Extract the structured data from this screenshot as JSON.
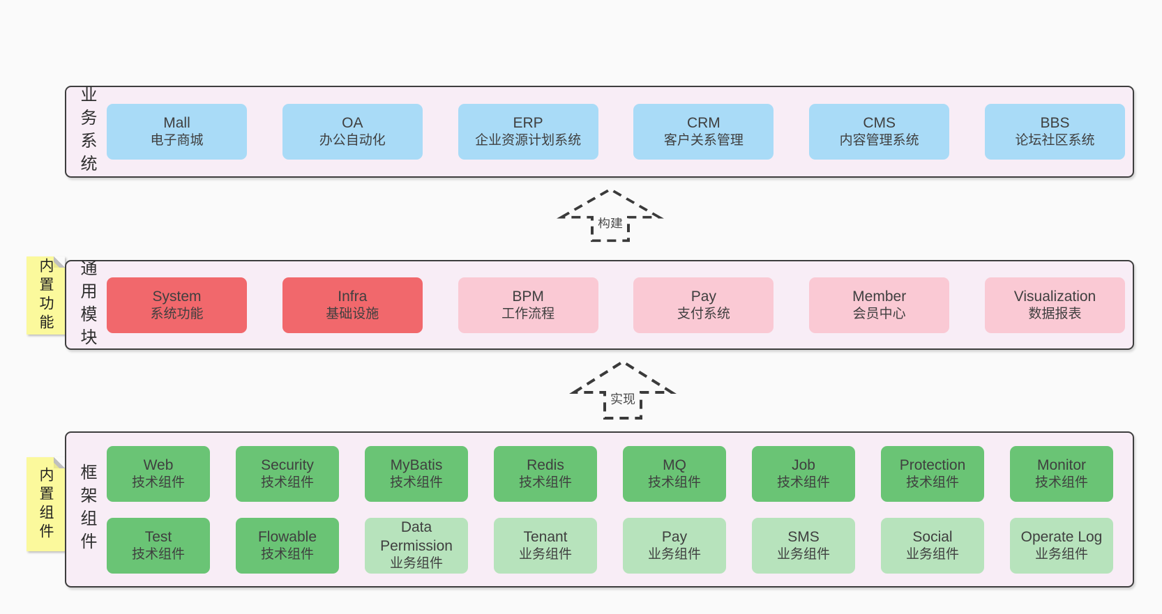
{
  "page": {
    "background": "#fafafa"
  },
  "colors": {
    "container_bg": "#f8edf6",
    "container_border": "#3e3e3e",
    "box_blue": "#a9dbf7",
    "box_red": "#f1686c",
    "box_pink": "#fac9d4",
    "box_green_dark": "#6ac475",
    "box_green_light": "#b7e3bc",
    "sticky_yellow": "#fbf99c",
    "text": "#3f3f3f"
  },
  "arrows": [
    {
      "label": "构建"
    },
    {
      "label": "实现"
    }
  ],
  "layers": [
    {
      "title": "业务系统",
      "items": [
        {
          "name": "Mall",
          "label": "电子商城"
        },
        {
          "name": "OA",
          "label": "办公自动化"
        },
        {
          "name": "ERP",
          "label": "企业资源计划系统"
        },
        {
          "name": "CRM",
          "label": "客户关系管理"
        },
        {
          "name": "CMS",
          "label": "内容管理系统"
        },
        {
          "name": "BBS",
          "label": "论坛社区系统"
        }
      ]
    },
    {
      "title": "通用模块",
      "side_note": "内置功能",
      "items": [
        {
          "name": "System",
          "label": "系统功能"
        },
        {
          "name": "Infra",
          "label": "基础设施"
        },
        {
          "name": "BPM",
          "label": "工作流程"
        },
        {
          "name": "Pay",
          "label": "支付系统"
        },
        {
          "name": "Member",
          "label": "会员中心"
        },
        {
          "name": "Visualization",
          "label": "数据报表"
        }
      ]
    },
    {
      "title": "框架组件",
      "side_note": "内置组件",
      "rows": [
        [
          {
            "name": "Web",
            "label": "技术组件"
          },
          {
            "name": "Security",
            "label": "技术组件"
          },
          {
            "name": "MyBatis",
            "label": "技术组件"
          },
          {
            "name": "Redis",
            "label": "技术组件"
          },
          {
            "name": "MQ",
            "label": "技术组件"
          },
          {
            "name": "Job",
            "label": "技术组件"
          },
          {
            "name": "Protection",
            "label": "技术组件"
          },
          {
            "name": "Monitor",
            "label": "技术组件"
          }
        ],
        [
          {
            "name": "Test",
            "label": "技术组件"
          },
          {
            "name": "Flowable",
            "label": "技术组件"
          },
          {
            "name": "Data Permission",
            "label": "业务组件"
          },
          {
            "name": "Tenant",
            "label": "业务组件"
          },
          {
            "name": "Pay",
            "label": "业务组件"
          },
          {
            "name": "SMS",
            "label": "业务组件"
          },
          {
            "name": "Social",
            "label": "业务组件"
          },
          {
            "name": "Operate Log",
            "label": "业务组件"
          }
        ]
      ]
    }
  ]
}
